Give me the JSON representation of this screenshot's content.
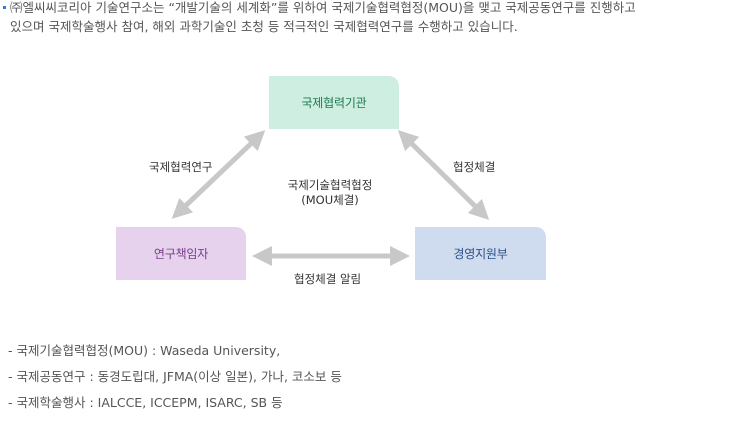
{
  "intro": {
    "line1": "㈜엘씨씨코리아 기술연구소는 “개발기술의 세계화”를 위하여 국제기술협력협정(MOU)을 맺고 국제공동연구를 진행하고",
    "line2": "있으며 국제학술행사 참여, 해외 과학기술인 초청 등 적극적인 국제협력연구를 수행하고 있습니다."
  },
  "diagram": {
    "top_box": "국제협력기관",
    "left_box": "연구책임자",
    "right_box": "경영지원부",
    "label_left_edge": "국제협력연구",
    "label_right_edge": "협정체결",
    "label_bottom_edge": "협정체결 알림",
    "center_line1": "국제기술협력협정",
    "center_line2": "(MOU체결)"
  },
  "notes": [
    "- 국제기술협력협정(MOU) : Waseda University,",
    "- 국제공동연구 : 동경도립대, JFMA(이상 일본), 가나, 코소보 등",
    "- 국제학술행사 : IALCCE, ICCEPM, ISARC, SB 등"
  ],
  "colors": {
    "accent_bullet": "#2a7fd4",
    "top_box_bg": "#cdeee0",
    "left_box_bg": "#e7d2ee",
    "right_box_bg": "#cfdcef",
    "arrow": "#c8c8c8"
  }
}
